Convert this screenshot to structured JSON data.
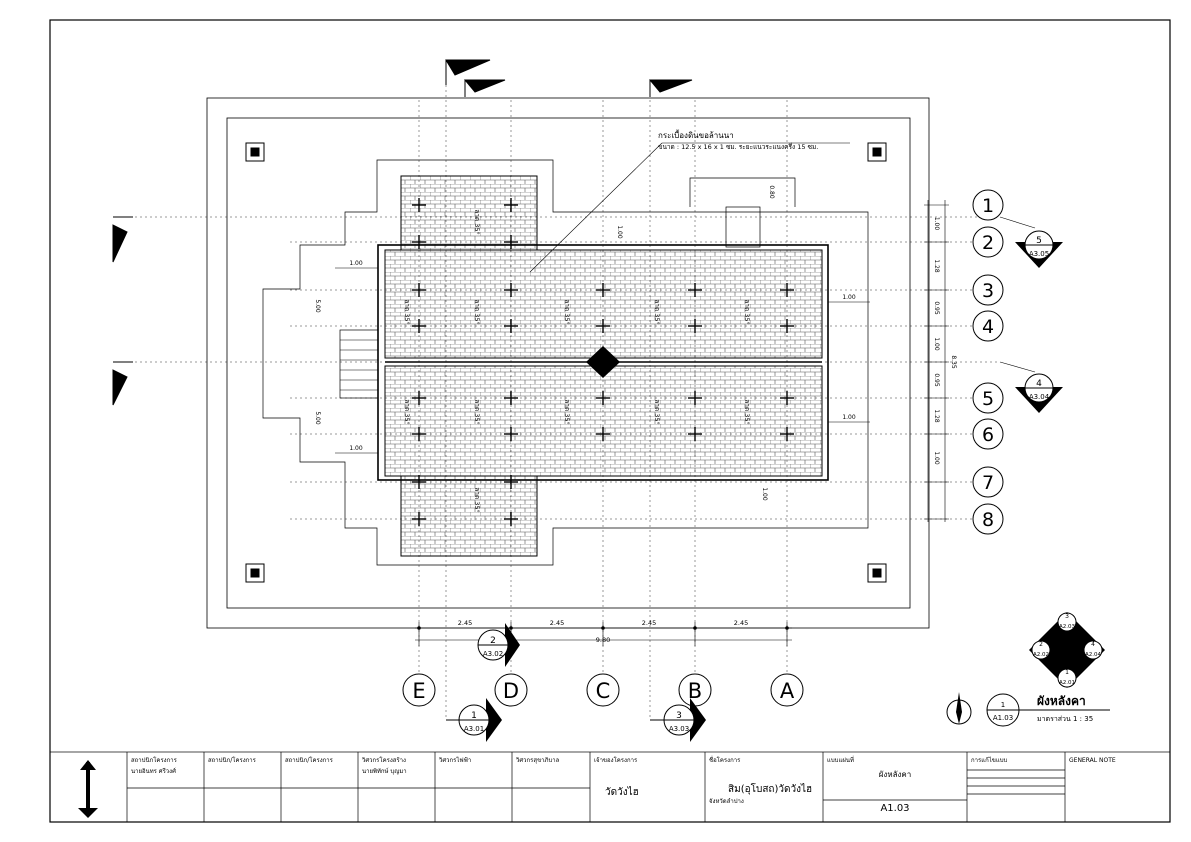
{
  "roof_annotation": {
    "line1": "กระเบื้องดินขอล้านนา",
    "line2": "ขนาด : 12.5 x 16 x 1 ซม. ระยะแนวระแนงครึ่ง 15 ซม."
  },
  "slope_label": "ลาด 35°",
  "grid_numbers": [
    "1",
    "2",
    "3",
    "4",
    "5",
    "6",
    "7",
    "8"
  ],
  "grid_letters": [
    "E",
    "D",
    "C",
    "B",
    "A"
  ],
  "right_dims": [
    "1.00",
    "1.28",
    "0.95",
    "1.00",
    "0.95",
    "1.28",
    "1.00"
  ],
  "right_total": "8.35",
  "bottom_dims": [
    "2.45",
    "2.45",
    "2.45",
    "2.45"
  ],
  "bottom_total": "9.80",
  "side_dims": {
    "top_left": "1.00",
    "bottom_left": "1.00",
    "left_upper": "5.00",
    "left_lower": "5.00",
    "right_upper": "1.00",
    "right_lower": "1.00",
    "top_center": "1.00",
    "top_right": "0.80",
    "bottom_center": "1.00"
  },
  "section_markers": [
    {
      "num": "5",
      "ref": "A3.05"
    },
    {
      "num": "4",
      "ref": "A3.04"
    },
    {
      "num": "2",
      "ref": "A3.02"
    },
    {
      "num": "1",
      "ref": "A3.01"
    },
    {
      "num": "3",
      "ref": "A3.03"
    }
  ],
  "key_plan": {
    "n_top": "3",
    "ref_top": "A2.03",
    "n_left": "2",
    "ref_left": "A2.02",
    "n_right": "4",
    "ref_right": "A2.04",
    "n_bottom": "1",
    "ref_bottom": "A2.01"
  },
  "drawing_title": {
    "num": "1",
    "ref": "A1.03",
    "title": "ผังหลังคา",
    "scale": "มาตราส่วน 1 : 35"
  },
  "title_block": {
    "c1_head": "สถาปนิกโครงการ",
    "c1_name": "นายอินทร ศรีวงศ์",
    "c2_head": "สถาปนิก/โครงการ",
    "c3_head": "สถาปนิก/โครงการ",
    "c4_head": "วิศวกรโครงสร้าง",
    "c4_name": "นายพิทักษ์ บุญมา",
    "c5_head": "วิศวกรไฟฟ้า",
    "c6_head": "วิศวกรสุขาภิบาล",
    "owner_head": "เจ้าของโครงการ",
    "owner": "วัดวังไฮ",
    "project_head": "ชื่อโครงการ",
    "project": "สิม(อุโบสถ)วัดวังไฮ",
    "location": "จังหวัดลำปาง",
    "sheet_head": "แบบแผ่นที่",
    "sheet_title": "ผังหลังคา",
    "sheet_no": "A1.03",
    "rev_head": "การแก้ไขแบบ",
    "notes_head": "GENERAL NOTE"
  },
  "colors": {
    "line": "#000000",
    "tile": "#555555",
    "bg": "#ffffff"
  }
}
